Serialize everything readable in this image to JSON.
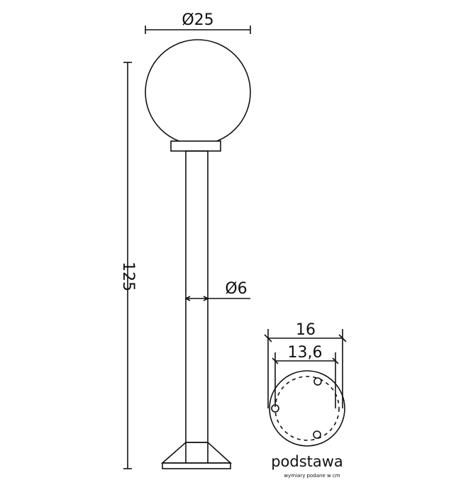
{
  "dimensions": {
    "globe_diameter": "Ø25",
    "pole_diameter": "Ø6",
    "total_height": "125",
    "base_outer": "16",
    "base_holes": "13,6"
  },
  "labels": {
    "base": "podstawa",
    "units_note": "wymiary podane w cm"
  },
  "colors": {
    "line": "#111111",
    "background": "#ffffff"
  }
}
